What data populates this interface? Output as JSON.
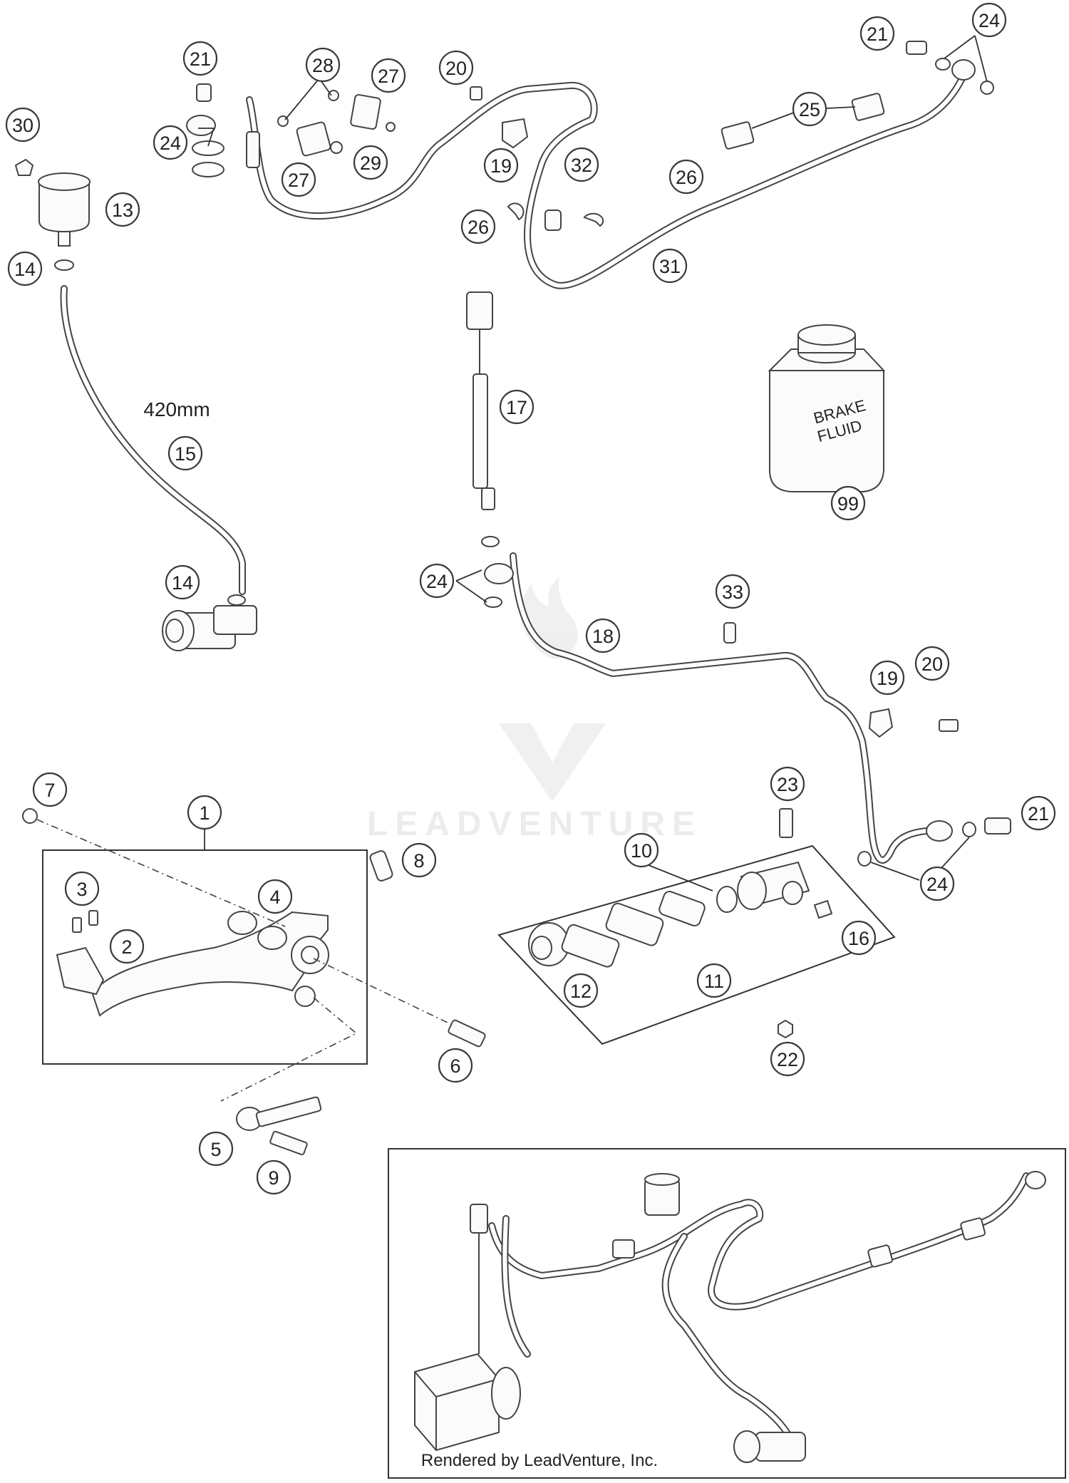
{
  "watermark": "LEADVENTURE",
  "hose_length_label": "420mm",
  "fluid_can_label_line1": "BRAKE",
  "fluid_can_label_line2": "FLUID",
  "footer_credit": "Rendered by LeadVenture, Inc.",
  "callouts": [
    "1",
    "2",
    "3",
    "4",
    "5",
    "6",
    "7",
    "8",
    "9",
    "10",
    "11",
    "12",
    "13",
    "14",
    "14",
    "15",
    "16",
    "17",
    "18",
    "19",
    "19",
    "20",
    "20",
    "21",
    "21",
    "21",
    "22",
    "23",
    "24",
    "24",
    "24",
    "24",
    "25",
    "26",
    "26",
    "27",
    "27",
    "28",
    "29",
    "30",
    "31",
    "32",
    "33",
    "99"
  ]
}
